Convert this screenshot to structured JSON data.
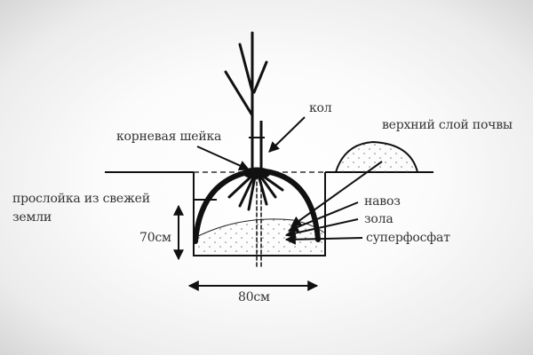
{
  "diagram": {
    "subject": "tree planting pit cross-section",
    "labels": {
      "stake": "кол",
      "root_collar": "корневая шейка",
      "topsoil": "верхний слой почвы",
      "fresh_soil_layer_line1": "прослойка из свежей",
      "fresh_soil_layer_line2": "земли",
      "manure": "навоз",
      "ash": "зола",
      "superphosphate": "суперфосфат",
      "depth": "70см",
      "width": "80см"
    },
    "dimensions": {
      "depth_cm": 70,
      "width_cm": 80
    },
    "colors": {
      "ink": "#111111",
      "text": "#333333",
      "fill": "#ffffff"
    }
  }
}
